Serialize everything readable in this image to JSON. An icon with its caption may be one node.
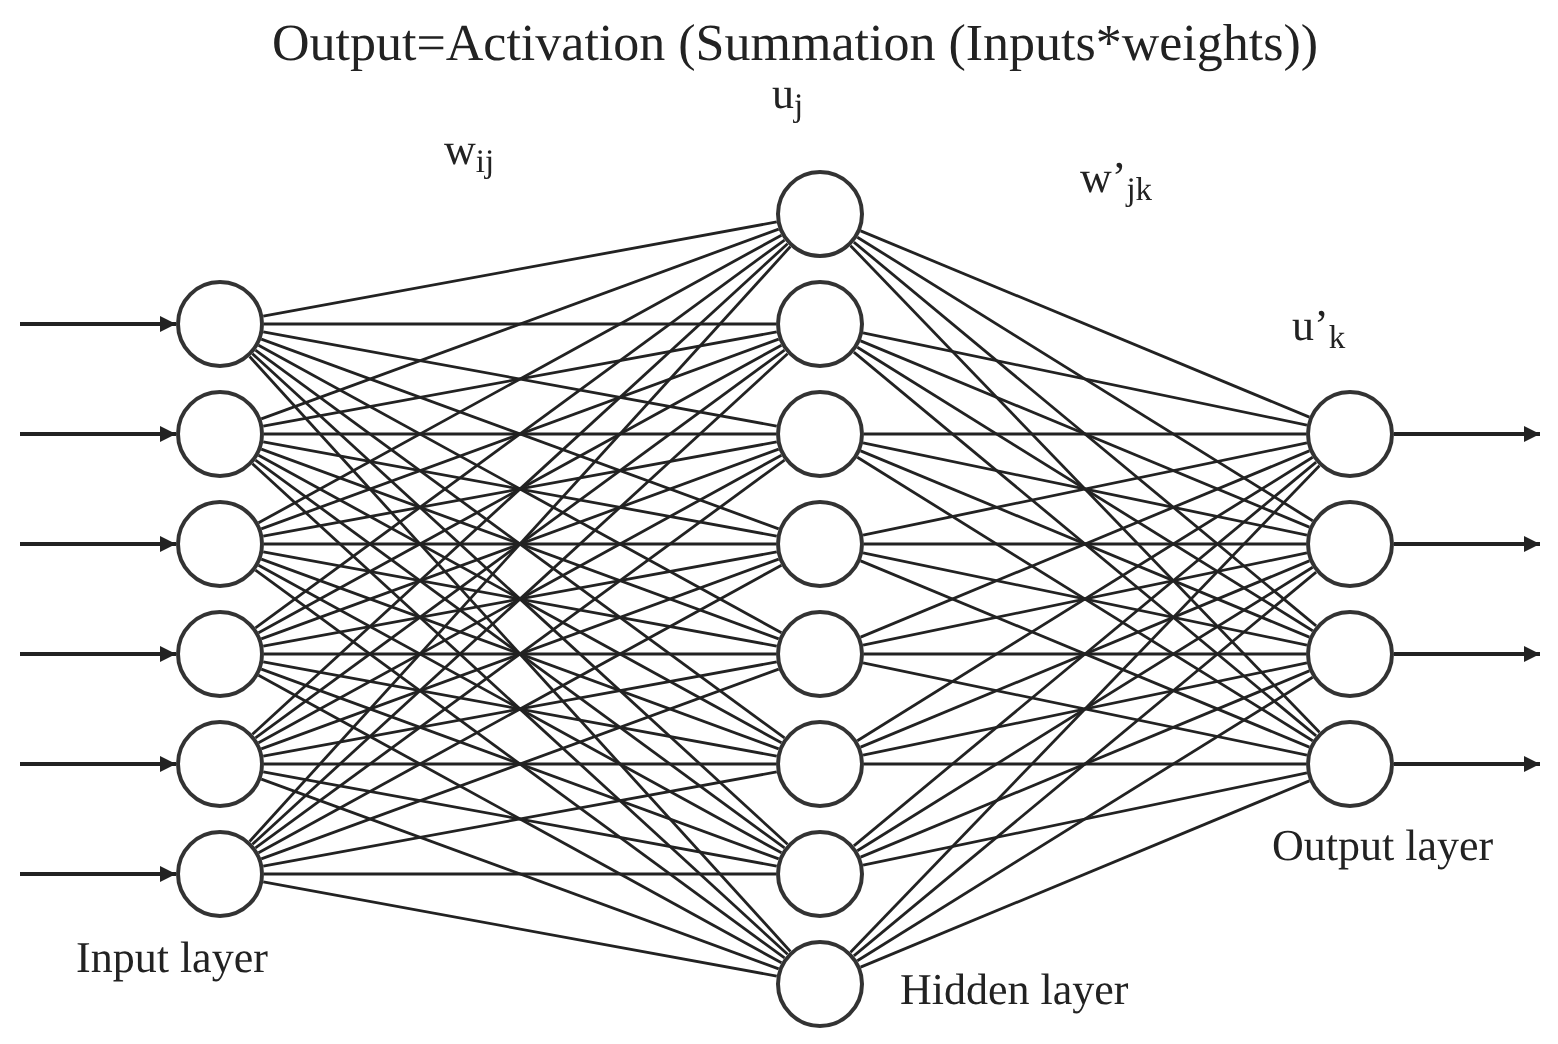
{
  "diagram": {
    "title": "Output=Activation (Summation (Inputs*weights))",
    "nodes": [
      {
        "text": [],
        "shape": "circle"
      },
      {
        "text": [],
        "shape": "circle"
      },
      {
        "text": [],
        "shape": "circle"
      },
      {
        "text": [],
        "shape": "circle"
      },
      {
        "text": [],
        "shape": "circle"
      },
      {
        "text": [],
        "shape": "circle"
      },
      {
        "text": [],
        "shape": "circle"
      },
      {
        "text": [],
        "shape": "circle"
      },
      {
        "text": [],
        "shape": "circle"
      },
      {
        "text": [],
        "shape": "circle"
      },
      {
        "text": [],
        "shape": "circle"
      },
      {
        "text": [],
        "shape": "circle"
      },
      {
        "text": [],
        "shape": "circle"
      },
      {
        "text": [],
        "shape": "circle"
      },
      {
        "text": [],
        "shape": "circle"
      },
      {
        "text": [],
        "shape": "circle"
      },
      {
        "text": [],
        "shape": "circle"
      },
      {
        "text": [],
        "shape": "circle"
      }
    ],
    "edges": [
      {
        "from": null,
        "to": 0,
        "arrow": "to"
      },
      {
        "from": null,
        "to": 1,
        "arrow": "to"
      },
      {
        "from": null,
        "to": 2,
        "arrow": "to"
      },
      {
        "from": null,
        "to": 3,
        "arrow": "to"
      },
      {
        "from": null,
        "to": 4,
        "arrow": "to"
      },
      {
        "from": null,
        "to": 5,
        "arrow": "to"
      },
      {
        "from": 0,
        "to": 6,
        "arrow": "none"
      },
      {
        "from": 0,
        "to": 7,
        "arrow": "none"
      },
      {
        "from": 0,
        "to": 8,
        "arrow": "none"
      },
      {
        "from": 0,
        "to": 9,
        "arrow": "none"
      },
      {
        "from": 0,
        "to": 10,
        "arrow": "none"
      },
      {
        "from": 0,
        "to": 11,
        "arrow": "none"
      },
      {
        "from": 0,
        "to": 12,
        "arrow": "none"
      },
      {
        "from": 0,
        "to": 13,
        "arrow": "none"
      },
      {
        "from": 1,
        "to": 6,
        "arrow": "none"
      },
      {
        "from": 1,
        "to": 7,
        "arrow": "none"
      },
      {
        "from": 1,
        "to": 8,
        "arrow": "none"
      },
      {
        "from": 1,
        "to": 9,
        "arrow": "none"
      },
      {
        "from": 1,
        "to": 10,
        "arrow": "none"
      },
      {
        "from": 1,
        "to": 11,
        "arrow": "none"
      },
      {
        "from": 1,
        "to": 12,
        "arrow": "none"
      },
      {
        "from": 1,
        "to": 13,
        "arrow": "none"
      },
      {
        "from": 2,
        "to": 6,
        "arrow": "none"
      },
      {
        "from": 2,
        "to": 7,
        "arrow": "none"
      },
      {
        "from": 2,
        "to": 8,
        "arrow": "none"
      },
      {
        "from": 2,
        "to": 9,
        "arrow": "none"
      },
      {
        "from": 2,
        "to": 10,
        "arrow": "none"
      },
      {
        "from": 2,
        "to": 11,
        "arrow": "none"
      },
      {
        "from": 2,
        "to": 12,
        "arrow": "none"
      },
      {
        "from": 2,
        "to": 13,
        "arrow": "none"
      },
      {
        "from": 3,
        "to": 6,
        "arrow": "none"
      },
      {
        "from": 3,
        "to": 7,
        "arrow": "none"
      },
      {
        "from": 3,
        "to": 8,
        "arrow": "none"
      },
      {
        "from": 3,
        "to": 9,
        "arrow": "none"
      },
      {
        "from": 3,
        "to": 10,
        "arrow": "none"
      },
      {
        "from": 3,
        "to": 11,
        "arrow": "none"
      },
      {
        "from": 3,
        "to": 12,
        "arrow": "none"
      },
      {
        "from": 3,
        "to": 13,
        "arrow": "none"
      },
      {
        "from": 4,
        "to": 6,
        "arrow": "none"
      },
      {
        "from": 4,
        "to": 7,
        "arrow": "none"
      },
      {
        "from": 4,
        "to": 8,
        "arrow": "none"
      },
      {
        "from": 4,
        "to": 9,
        "arrow": "none"
      },
      {
        "from": 4,
        "to": 10,
        "arrow": "none"
      },
      {
        "from": 4,
        "to": 11,
        "arrow": "none"
      },
      {
        "from": 4,
        "to": 12,
        "arrow": "none"
      },
      {
        "from": 4,
        "to": 13,
        "arrow": "none"
      },
      {
        "from": 5,
        "to": 6,
        "arrow": "none"
      },
      {
        "from": 5,
        "to": 7,
        "arrow": "none"
      },
      {
        "from": 5,
        "to": 8,
        "arrow": "none"
      },
      {
        "from": 5,
        "to": 9,
        "arrow": "none"
      },
      {
        "from": 5,
        "to": 10,
        "arrow": "none"
      },
      {
        "from": 5,
        "to": 11,
        "arrow": "none"
      },
      {
        "from": 5,
        "to": 12,
        "arrow": "none"
      },
      {
        "from": 5,
        "to": 13,
        "arrow": "none"
      },
      {
        "from": 6,
        "to": 14,
        "arrow": "none"
      },
      {
        "from": 6,
        "to": 15,
        "arrow": "none"
      },
      {
        "from": 6,
        "to": 16,
        "arrow": "none"
      },
      {
        "from": 6,
        "to": 17,
        "arrow": "none"
      },
      {
        "from": 7,
        "to": 14,
        "arrow": "none"
      },
      {
        "from": 7,
        "to": 15,
        "arrow": "none"
      },
      {
        "from": 7,
        "to": 16,
        "arrow": "none"
      },
      {
        "from": 7,
        "to": 17,
        "arrow": "none"
      },
      {
        "from": 8,
        "to": 14,
        "arrow": "none"
      },
      {
        "from": 8,
        "to": 15,
        "arrow": "none"
      },
      {
        "from": 8,
        "to": 16,
        "arrow": "none"
      },
      {
        "from": 8,
        "to": 17,
        "arrow": "none"
      },
      {
        "from": 9,
        "to": 14,
        "arrow": "none"
      },
      {
        "from": 9,
        "to": 15,
        "arrow": "none"
      },
      {
        "from": 9,
        "to": 16,
        "arrow": "none"
      },
      {
        "from": 9,
        "to": 17,
        "arrow": "none"
      },
      {
        "from": 10,
        "to": 14,
        "arrow": "none"
      },
      {
        "from": 10,
        "to": 15,
        "arrow": "none"
      },
      {
        "from": 10,
        "to": 16,
        "arrow": "none"
      },
      {
        "from": 10,
        "to": 17,
        "arrow": "none"
      },
      {
        "from": 11,
        "to": 14,
        "arrow": "none"
      },
      {
        "from": 11,
        "to": 15,
        "arrow": "none"
      },
      {
        "from": 11,
        "to": 16,
        "arrow": "none"
      },
      {
        "from": 11,
        "to": 17,
        "arrow": "none"
      },
      {
        "from": 12,
        "to": 14,
        "arrow": "none"
      },
      {
        "from": 12,
        "to": 15,
        "arrow": "none"
      },
      {
        "from": 12,
        "to": 16,
        "arrow": "none"
      },
      {
        "from": 12,
        "to": 17,
        "arrow": "none"
      },
      {
        "from": 13,
        "to": 14,
        "arrow": "none"
      },
      {
        "from": 13,
        "to": 15,
        "arrow": "none"
      },
      {
        "from": 13,
        "to": 16,
        "arrow": "none"
      },
      {
        "from": 13,
        "to": 17,
        "arrow": "none"
      },
      {
        "from": 14,
        "to": null,
        "arrow": "to"
      },
      {
        "from": 15,
        "to": null,
        "arrow": "to"
      },
      {
        "from": 16,
        "to": null,
        "arrow": "to"
      },
      {
        "from": 17,
        "to": null,
        "arrow": "to"
      }
    ],
    "labels": [
      "u$_{j}$",
      "w$_{ij}$",
      "w’$_{jk}$",
      "u’$_{k}$",
      "Output layer",
      "Input layer",
      "Hidden layer"
    ]
  }
}
